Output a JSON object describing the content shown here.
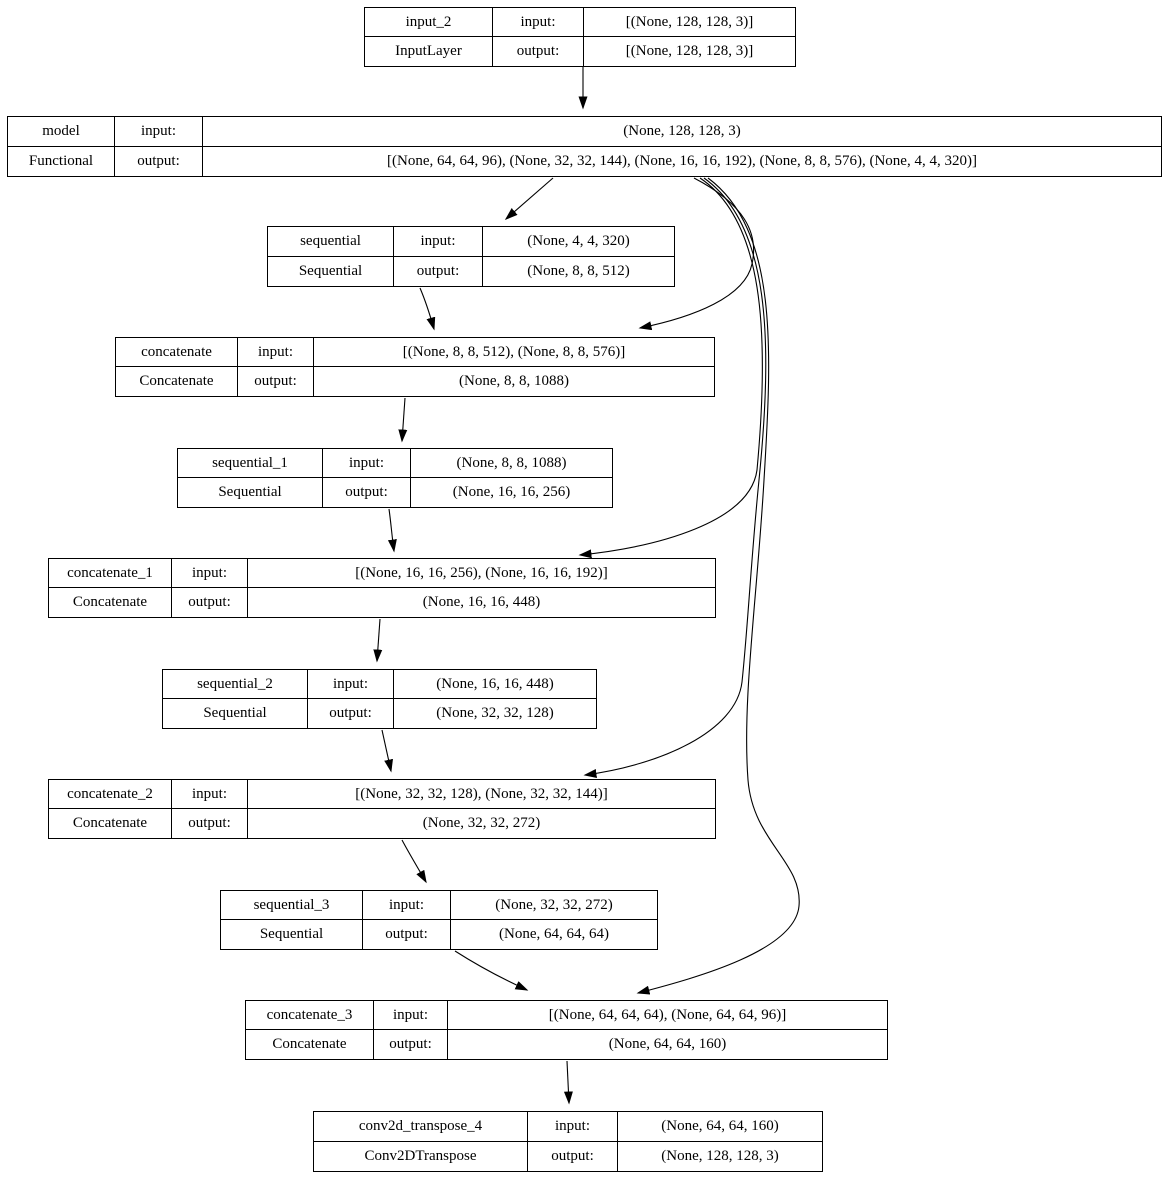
{
  "diagram": {
    "kind": "keras-plot-model-graph",
    "background_color": "#ffffff",
    "line_color": "#000000",
    "row_labels": {
      "input": "input:",
      "output": "output:"
    },
    "nodes": [
      {
        "id": "input_2",
        "name": "input_2",
        "type": "InputLayer",
        "input_value": "[(None, 128, 128, 3)]",
        "output_value": "[(None, 128, 128, 3)]"
      },
      {
        "id": "model",
        "name": "model",
        "type": "Functional",
        "input_value": "(None, 128, 128, 3)",
        "output_value": "[(None, 64, 64, 96), (None, 32, 32, 144), (None, 16, 16, 192), (None, 8, 8, 576), (None, 4, 4, 320)]"
      },
      {
        "id": "sequential",
        "name": "sequential",
        "type": "Sequential",
        "input_value": "(None, 4, 4, 320)",
        "output_value": "(None, 8, 8, 512)"
      },
      {
        "id": "concatenate",
        "name": "concatenate",
        "type": "Concatenate",
        "input_value": "[(None, 8, 8, 512), (None, 8, 8, 576)]",
        "output_value": "(None, 8, 8, 1088)"
      },
      {
        "id": "sequential_1",
        "name": "sequential_1",
        "type": "Sequential",
        "input_value": "(None, 8, 8, 1088)",
        "output_value": "(None, 16, 16, 256)"
      },
      {
        "id": "concatenate_1",
        "name": "concatenate_1",
        "type": "Concatenate",
        "input_value": "[(None, 16, 16, 256), (None, 16, 16, 192)]",
        "output_value": "(None, 16, 16, 448)"
      },
      {
        "id": "sequential_2",
        "name": "sequential_2",
        "type": "Sequential",
        "input_value": "(None, 16, 16, 448)",
        "output_value": "(None, 32, 32, 128)"
      },
      {
        "id": "concatenate_2",
        "name": "concatenate_2",
        "type": "Concatenate",
        "input_value": "[(None, 32, 32, 128), (None, 32, 32, 144)]",
        "output_value": "(None, 32, 32, 272)"
      },
      {
        "id": "sequential_3",
        "name": "sequential_3",
        "type": "Sequential",
        "input_value": "(None, 32, 32, 272)",
        "output_value": "(None, 64, 64, 64)"
      },
      {
        "id": "concatenate_3",
        "name": "concatenate_3",
        "type": "Concatenate",
        "input_value": "[(None, 64, 64, 64), (None, 64, 64, 96)]",
        "output_value": "(None, 64, 64, 160)"
      },
      {
        "id": "conv2d_transpose_4",
        "name": "conv2d_transpose_4",
        "type": "Conv2DTranspose",
        "input_value": "(None, 64, 64, 160)",
        "output_value": "(None, 128, 128, 3)"
      }
    ],
    "edges": [
      {
        "from": "input_2",
        "to": "model"
      },
      {
        "from": "model",
        "to": "sequential"
      },
      {
        "from": "model",
        "to": "concatenate"
      },
      {
        "from": "model",
        "to": "concatenate_1"
      },
      {
        "from": "model",
        "to": "concatenate_2"
      },
      {
        "from": "model",
        "to": "concatenate_3"
      },
      {
        "from": "sequential",
        "to": "concatenate"
      },
      {
        "from": "concatenate",
        "to": "sequential_1"
      },
      {
        "from": "sequential_1",
        "to": "concatenate_1"
      },
      {
        "from": "concatenate_1",
        "to": "sequential_2"
      },
      {
        "from": "sequential_2",
        "to": "concatenate_2"
      },
      {
        "from": "concatenate_2",
        "to": "sequential_3"
      },
      {
        "from": "sequential_3",
        "to": "concatenate_3"
      },
      {
        "from": "concatenate_3",
        "to": "conv2d_transpose_4"
      }
    ]
  }
}
